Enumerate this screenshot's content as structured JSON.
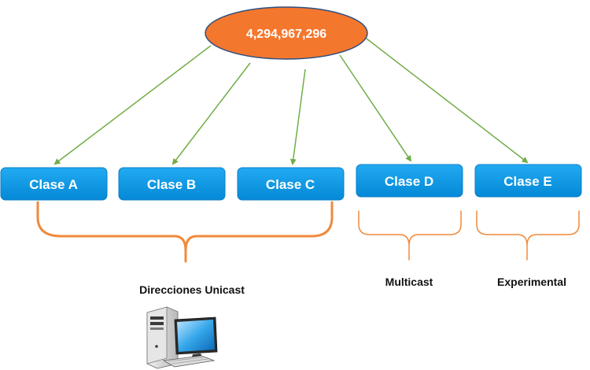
{
  "root": {
    "label": "4,294,967,296"
  },
  "classes": [
    {
      "label": "Clase A"
    },
    {
      "label": "Clase B"
    },
    {
      "label": "Clase C"
    },
    {
      "label": "Clase D"
    },
    {
      "label": "Clase E"
    }
  ],
  "groups": [
    {
      "label": "Direcciones Unicast"
    },
    {
      "label": "Multicast"
    },
    {
      "label": "Experimental"
    }
  ],
  "colors": {
    "root_fill": "#f4772e",
    "root_stroke": "#2f4f7f",
    "box_fill": "#0a97e8",
    "arrow": "#70ad47",
    "brace": "#f08a3c"
  },
  "icons": {
    "computer": "desktop-computer-icon"
  }
}
